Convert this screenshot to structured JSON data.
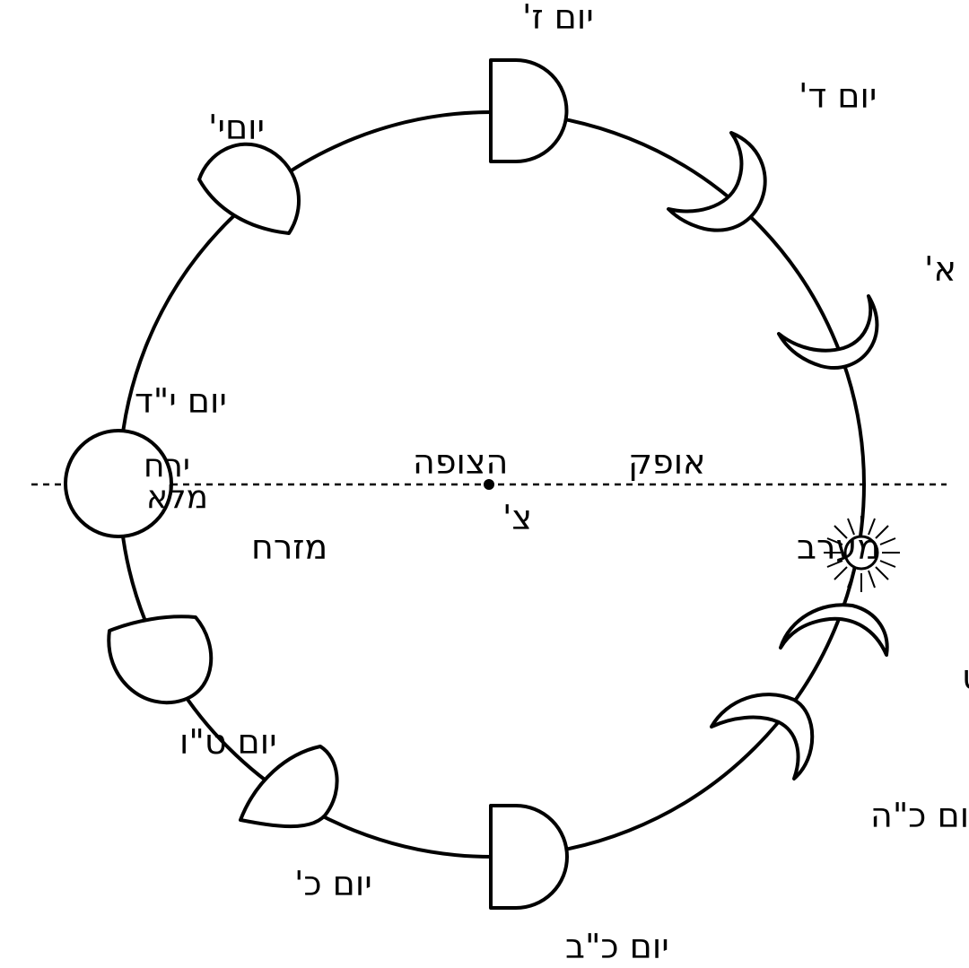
{
  "labels": {
    "day7": "יום ז'",
    "day4": "יום ד'",
    "day1": "יום א'",
    "day10": "יוםי'",
    "day14": "יום י\"ד",
    "full_moon_line1": "ירח",
    "full_moon_line2": "מלא",
    "observer": "הצופה",
    "horizon": "אופק",
    "point_label": "צ'",
    "east": "מזרח",
    "west": "מערב",
    "day29": "יום כ\"ט",
    "day15": "יום ט\"ו",
    "day25": "יום כ\"ה",
    "day20": "יום כ'",
    "day22": "יום כ\"ב"
  },
  "colors": {
    "ink": "#000000",
    "paper": "#ffffff"
  },
  "icons": {
    "sun": "sun-icon",
    "full_moon": "full-moon-icon",
    "half_moon": "half-moon-icon",
    "gibbous_moon": "gibbous-moon-icon",
    "crescent_moon": "crescent-moon-icon"
  }
}
